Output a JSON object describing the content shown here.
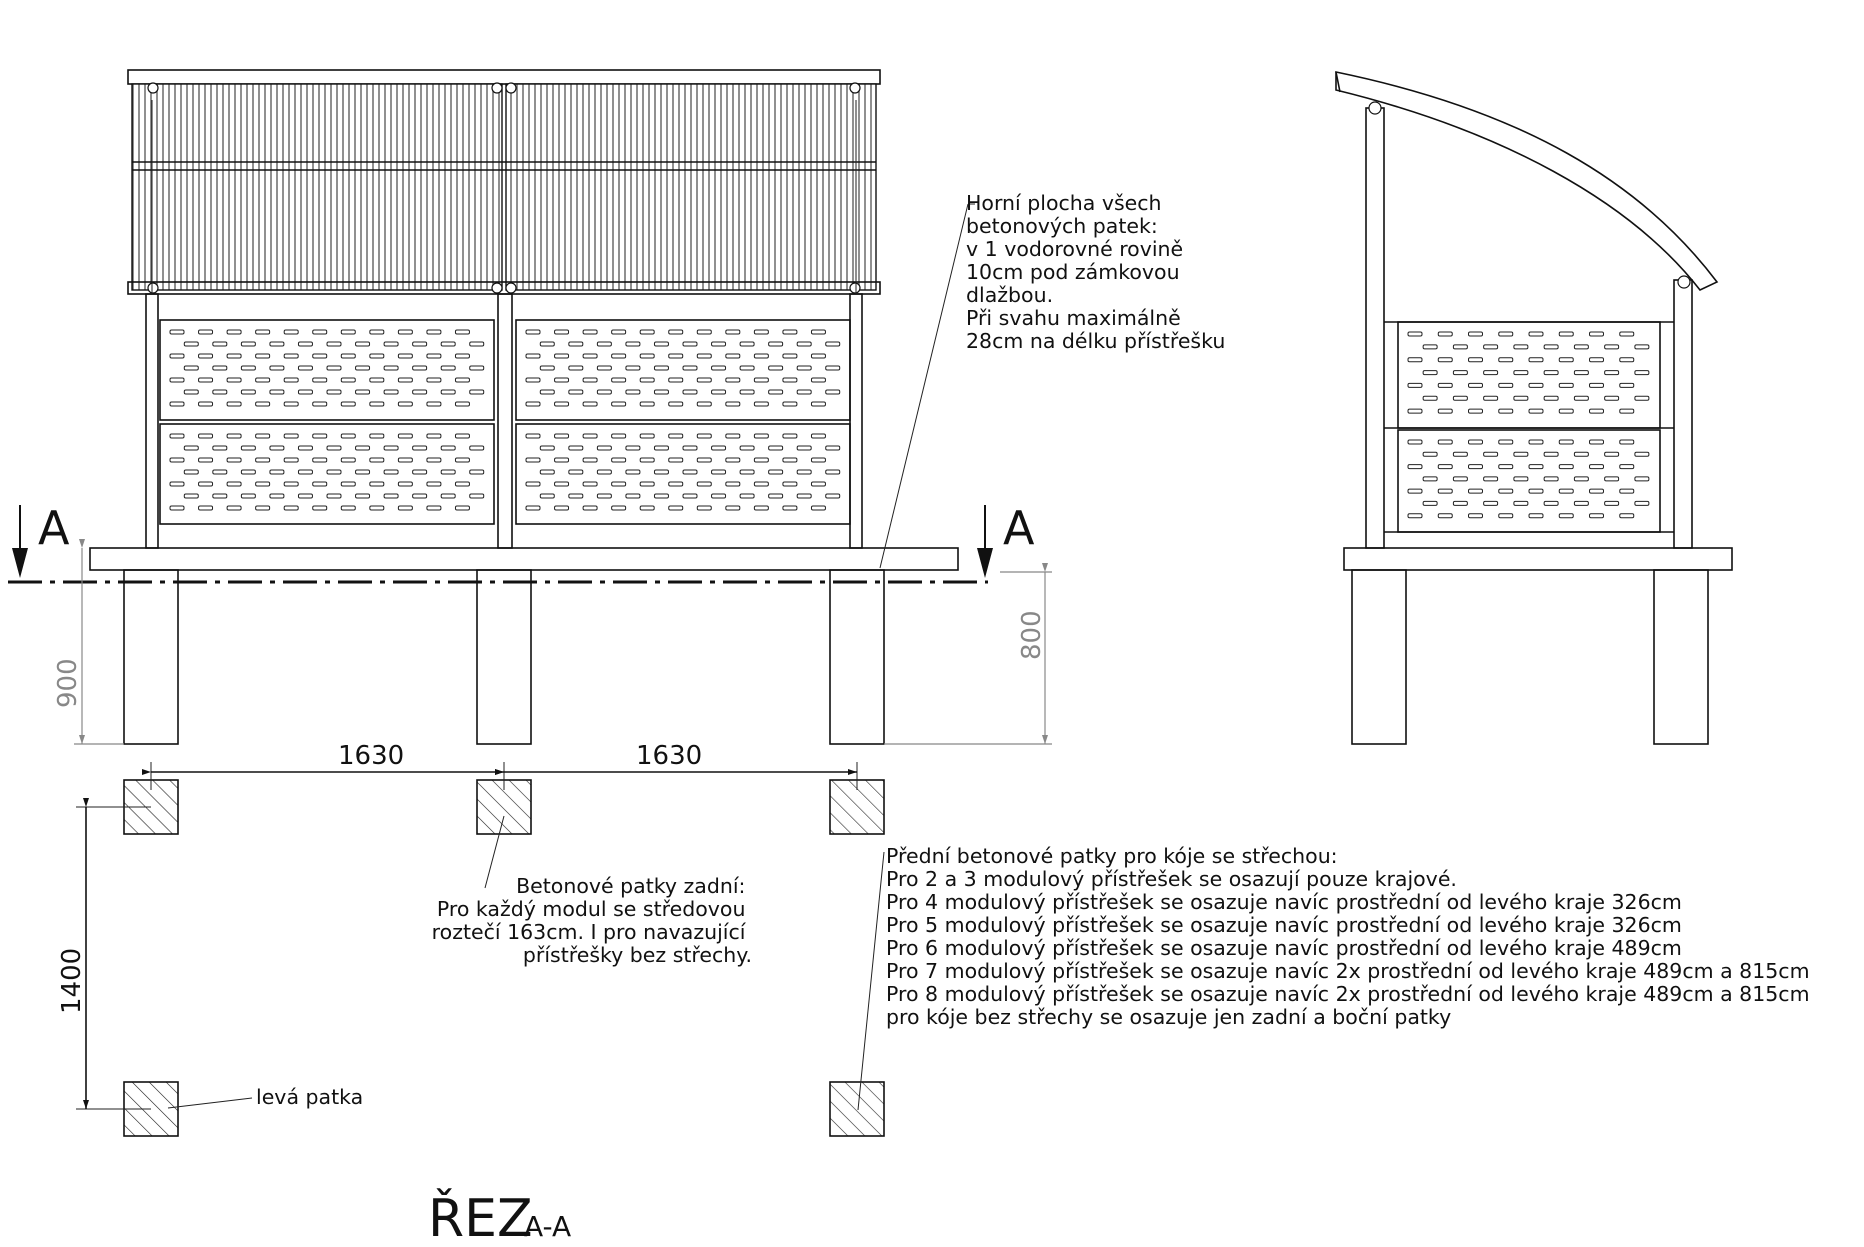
{
  "footing_note": {
    "lines": [
      "Horní plocha všech",
      "betonových patek:",
      "v 1 vodorovné rovině",
      "10cm pod zámkovou",
      "dlažbou.",
      "Při svahu maximálně",
      "28cm na délku přístřešku"
    ]
  },
  "section_mark": {
    "left": "A",
    "right": "A"
  },
  "heights": {
    "front_footing": "900",
    "back_footing": "800"
  },
  "spacing": {
    "left_span": "1630",
    "right_span": "1630",
    "depth": "1400"
  },
  "rear_note": {
    "lines": [
      "Betonové patky zadní:",
      "Pro každý modul se středovou",
      "roztečí 163cm. I pro navazující",
      "přístřešky bez střechy."
    ]
  },
  "front_note": {
    "lines": [
      "Přední betonové patky pro kóje se střechou:",
      "Pro 2 a 3 modulový přístřešek se osazují pouze krajové.",
      "Pro 4 modulový přístřešek se osazuje navíc prostřední od levého kraje 326cm",
      "Pro 5 modulový přístřešek se osazuje navíc prostřední od levého kraje 326cm",
      "Pro 6 modulový přístřešek se osazuje navíc prostřední od levého kraje 489cm",
      "Pro 7 modulový přístřešek se osazuje navíc 2x prostřední od levého kraje 489cm a 815cm",
      "Pro 8 modulový přístřešek se osazuje navíc 2x prostřední od levého kraje 489cm a 815cm",
      "pro kóje bez střechy se osazuje jen zadní a boční patky"
    ]
  },
  "left_footing_label": "levá patka",
  "section_title": {
    "main": "ŘEZ",
    "sub": "A-A"
  }
}
